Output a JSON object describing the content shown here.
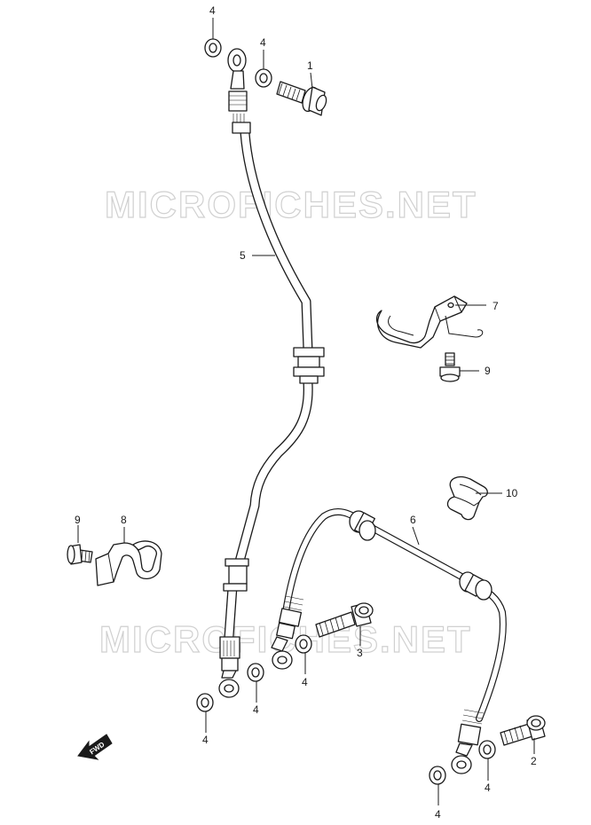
{
  "watermark": {
    "top": "MICROFICHES.NET",
    "bottom": "MICROFICHES.NET"
  },
  "direction_marker": {
    "label": "FWD"
  },
  "callouts": [
    {
      "id": "c-4-top-left",
      "label": "4"
    },
    {
      "id": "c-4-top-right",
      "label": "4"
    },
    {
      "id": "c-1",
      "label": "1"
    },
    {
      "id": "c-5",
      "label": "5"
    },
    {
      "id": "c-7",
      "label": "7"
    },
    {
      "id": "c-9-right",
      "label": "9"
    },
    {
      "id": "c-10",
      "label": "10"
    },
    {
      "id": "c-6",
      "label": "6"
    },
    {
      "id": "c-9-left",
      "label": "9"
    },
    {
      "id": "c-8",
      "label": "8"
    },
    {
      "id": "c-3",
      "label": "3"
    },
    {
      "id": "c-4-mid-center",
      "label": "4"
    },
    {
      "id": "c-4-mid-left",
      "label": "4"
    },
    {
      "id": "c-4-bottom-left",
      "label": "4"
    },
    {
      "id": "c-2",
      "label": "2"
    },
    {
      "id": "c-4-bottom-mid",
      "label": "4"
    },
    {
      "id": "c-4-bottom-right",
      "label": "4"
    }
  ],
  "colors": {
    "line": "#1a1a1a",
    "watermark": "#d0d0d0",
    "background": "#ffffff"
  }
}
